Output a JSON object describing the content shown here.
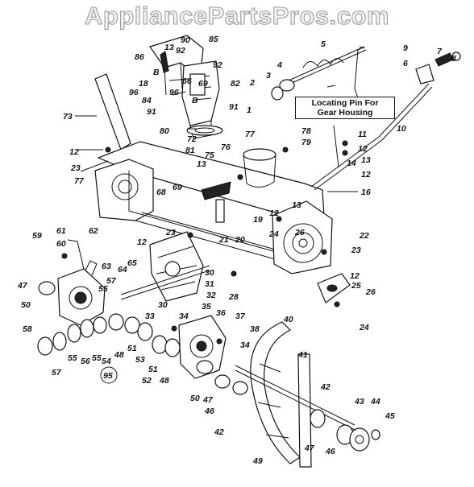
{
  "watermark": "AppliancePartsPros.com",
  "callout": {
    "line1": "Locating Pin For",
    "line2": "Gear Housing"
  },
  "parts": {
    "p90": "90",
    "p85": "85",
    "p13a": "13",
    "p92a": "92",
    "p86": "86",
    "p92b": "92",
    "pB1": "B",
    "p18": "18",
    "p66": "66",
    "p69a": "69",
    "p82": "82",
    "p96a": "96",
    "p84": "84",
    "p96b": "96",
    "pB2": "B",
    "p91a": "91",
    "p91b": "91",
    "p73": "73",
    "p1": "1",
    "p2": "2",
    "p3": "3",
    "p4": "4",
    "p5": "5",
    "p9": "9",
    "p7": "7",
    "p8": "8",
    "p6": "6",
    "p10": "10",
    "p11": "11",
    "p80": "80",
    "p72": "72",
    "p81": "81",
    "p77a": "77",
    "p78": "78",
    "p79": "79",
    "p12a": "12",
    "p12b": "12",
    "p13b": "13",
    "p12c": "12",
    "p23a": "23",
    "p77b": "77",
    "p76": "76",
    "p75": "75",
    "p13c": "13",
    "p14": "14",
    "p69b": "69",
    "p68": "68",
    "p13d": "13",
    "p16": "16",
    "p12d": "12",
    "p19": "19",
    "p24a": "24",
    "p26a": "26",
    "p22": "22",
    "p21": "21",
    "p20": "20",
    "p23b": "23",
    "p12e": "12",
    "p23c": "23",
    "p12f": "12",
    "p61": "61",
    "p62": "62",
    "p59": "59",
    "p60": "60",
    "p63": "63",
    "p64": "64",
    "p65": "65",
    "p30a": "30",
    "p31": "31",
    "p32": "32",
    "p28": "28",
    "p25": "25",
    "p26b": "26",
    "p24b": "24",
    "p47a": "47",
    "p55a": "55",
    "p57a": "57",
    "p50a": "50",
    "p33": "33",
    "p30b": "30",
    "p35": "35",
    "p36": "36",
    "p37": "37",
    "p38": "38",
    "p34a": "34",
    "p58": "58",
    "p40": "40",
    "p34b": "34",
    "p57b": "57",
    "p55b": "55",
    "p56": "56",
    "p55c": "55",
    "p54": "54",
    "p48a": "48",
    "p51a": "51",
    "p53": "53",
    "p51b": "51",
    "p52": "52",
    "p48b": "48",
    "p95": "95",
    "p50b": "50",
    "p47b": "47",
    "p46a": "46",
    "p41": "41",
    "p42a": "42",
    "p43": "43",
    "p44": "44",
    "p45": "45",
    "p42b": "42",
    "p47c": "47",
    "p46b": "46",
    "p49": "49"
  }
}
